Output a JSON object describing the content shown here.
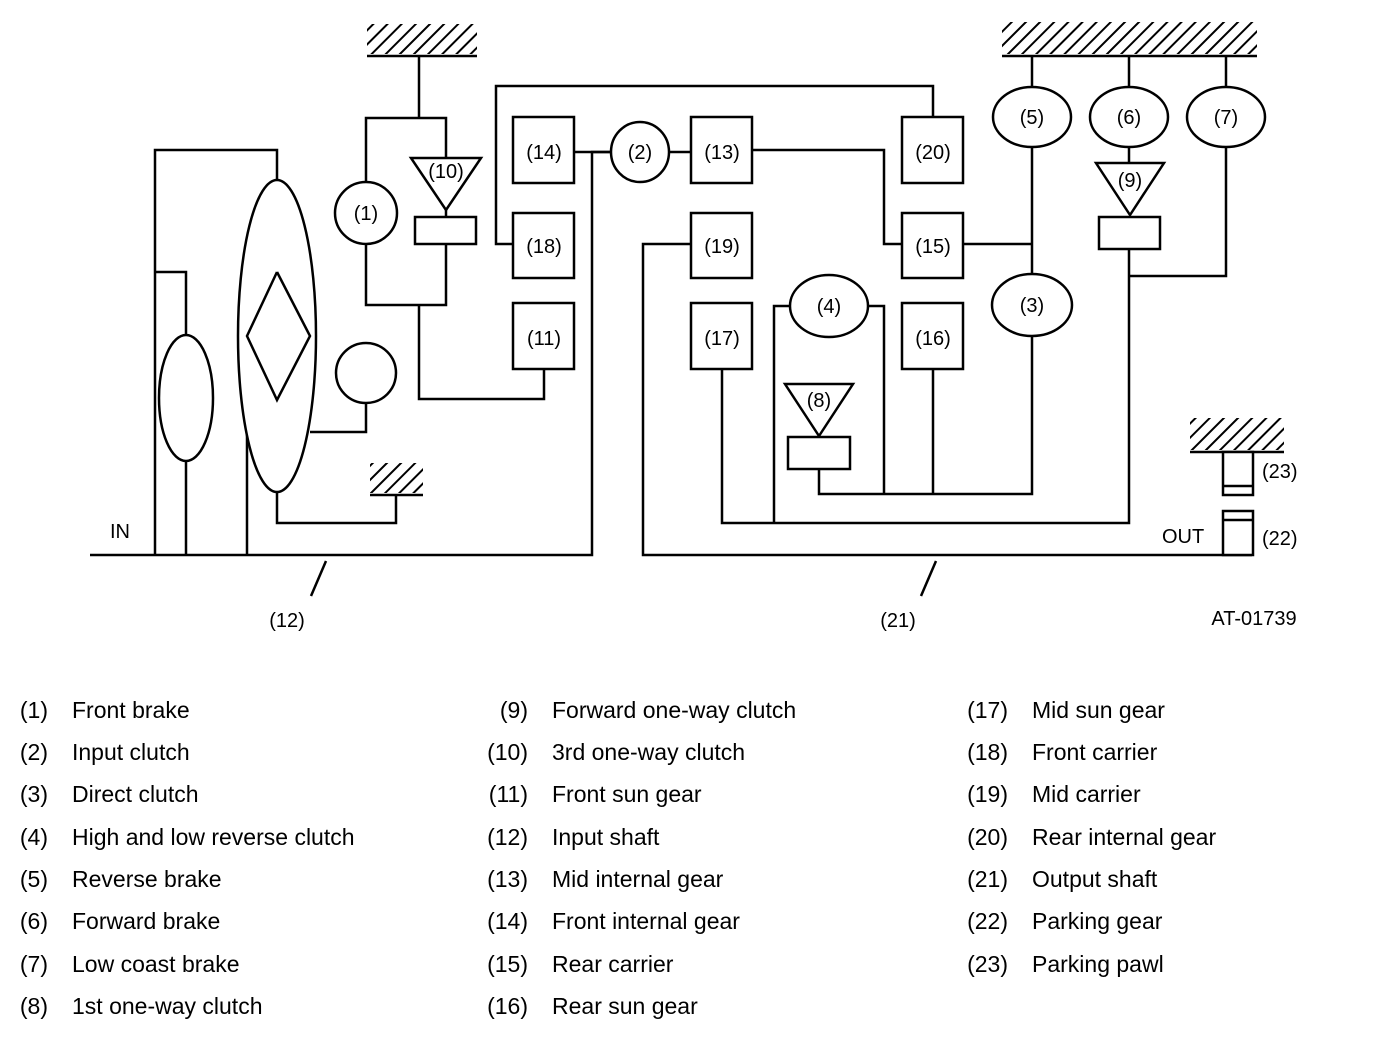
{
  "diagram": {
    "in_label": "IN",
    "out_label": "OUT",
    "figure_id": "AT-01739",
    "nodes": {
      "n1": "(1)",
      "n2": "(2)",
      "n3": "(3)",
      "n4": "(4)",
      "n5": "(5)",
      "n6": "(6)",
      "n7": "(7)",
      "n8": "(8)",
      "n9": "(9)",
      "n10": "(10)",
      "n11": "(11)",
      "n12": "(12)",
      "n13": "(13)",
      "n14": "(14)",
      "n15": "(15)",
      "n16": "(16)",
      "n17": "(17)",
      "n18": "(18)",
      "n19": "(19)",
      "n20": "(20)",
      "n21": "(21)",
      "n22": "(22)",
      "n23": "(23)"
    }
  },
  "legend": {
    "columns": [
      [
        {
          "num": "(1)",
          "text": "Front brake"
        },
        {
          "num": "(2)",
          "text": "Input clutch"
        },
        {
          "num": "(3)",
          "text": "Direct clutch"
        },
        {
          "num": "(4)",
          "text": "High and low reverse clutch"
        },
        {
          "num": "(5)",
          "text": "Reverse brake"
        },
        {
          "num": "(6)",
          "text": "Forward brake"
        },
        {
          "num": "(7)",
          "text": "Low coast brake"
        },
        {
          "num": "(8)",
          "text": "1st one-way clutch"
        }
      ],
      [
        {
          "num": "(9)",
          "text": "Forward one-way clutch"
        },
        {
          "num": "(10)",
          "text": "3rd one-way clutch"
        },
        {
          "num": "(11)",
          "text": "Front sun gear"
        },
        {
          "num": "(12)",
          "text": "Input shaft"
        },
        {
          "num": "(13)",
          "text": "Mid internal gear"
        },
        {
          "num": "(14)",
          "text": "Front internal gear"
        },
        {
          "num": "(15)",
          "text": "Rear carrier"
        },
        {
          "num": "(16)",
          "text": "Rear sun gear"
        }
      ],
      [
        {
          "num": "(17)",
          "text": "Mid sun gear"
        },
        {
          "num": "(18)",
          "text": "Front carrier"
        },
        {
          "num": "(19)",
          "text": "Mid carrier"
        },
        {
          "num": "(20)",
          "text": "Rear internal gear"
        },
        {
          "num": "(21)",
          "text": "Output shaft"
        },
        {
          "num": "(22)",
          "text": "Parking gear"
        },
        {
          "num": "(23)",
          "text": "Parking pawl"
        }
      ]
    ]
  }
}
